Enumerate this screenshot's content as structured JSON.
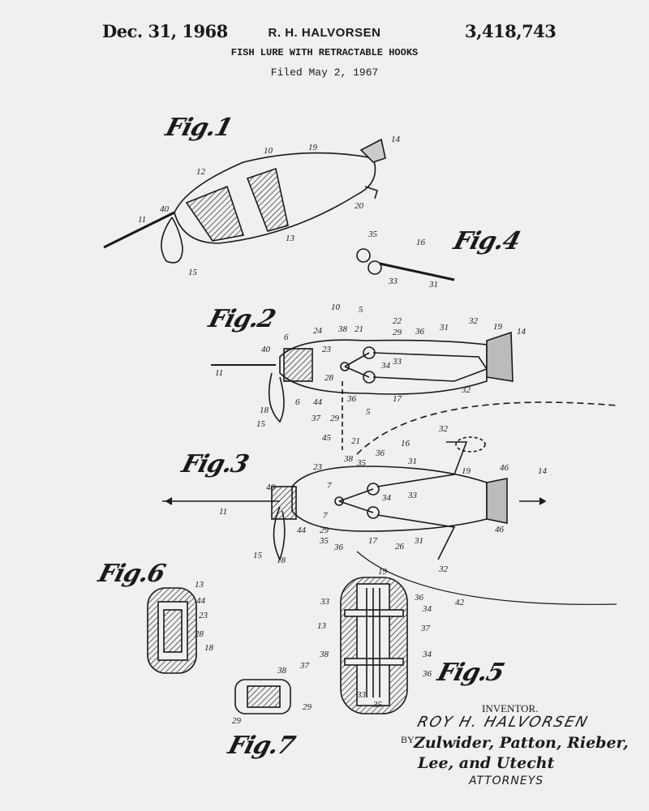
{
  "header": {
    "date": "Dec. 31, 1968",
    "inventor": "R. H. HALVORSEN",
    "patent_number": "3,418,743",
    "title": "FISH LURE WITH RETRACTABLE HOOKS",
    "filed": "Filed May 2, 1967"
  },
  "figures": [
    {
      "label": "Fig.1",
      "refs": [
        "10",
        "19",
        "14",
        "12",
        "40",
        "11",
        "13",
        "20",
        "15"
      ]
    },
    {
      "label": "Fig.2",
      "refs": [
        "10",
        "5",
        "22",
        "38",
        "21",
        "29",
        "36",
        "31",
        "32",
        "19",
        "14",
        "24",
        "6",
        "23",
        "40",
        "34",
        "33",
        "28",
        "11",
        "36",
        "17",
        "32",
        "18",
        "6",
        "44",
        "5",
        "15",
        "37",
        "29"
      ]
    },
    {
      "label": "Fig.3",
      "refs": [
        "45",
        "21",
        "16",
        "32",
        "38",
        "35",
        "36",
        "31",
        "19",
        "46",
        "14",
        "23",
        "40",
        "7",
        "34",
        "33",
        "11",
        "7",
        "29",
        "44",
        "35",
        "36",
        "17",
        "26",
        "31",
        "46",
        "15",
        "18",
        "32",
        "42"
      ]
    },
    {
      "label": "Fig.4",
      "refs": [
        "35",
        "16",
        "33",
        "31"
      ]
    },
    {
      "label": "Fig.5",
      "refs": [
        "19",
        "33",
        "36",
        "34",
        "13",
        "37",
        "38",
        "34",
        "36",
        "33",
        "35"
      ]
    },
    {
      "label": "Fig.6",
      "refs": [
        "13",
        "44",
        "23",
        "28",
        "18"
      ]
    },
    {
      "label": "Fig.7",
      "refs": [
        "38",
        "37",
        "29",
        "29"
      ]
    }
  ],
  "signature": {
    "inventor_label": "INVENTOR.",
    "inventor_name": "ROY H. HALVORSEN",
    "by": "BY",
    "attorneys_line1": "Zulwider, Patton, Rieber,",
    "attorneys_line2": "Lee, and Utecht",
    "attorneys_label": "ATTORNEYS"
  }
}
